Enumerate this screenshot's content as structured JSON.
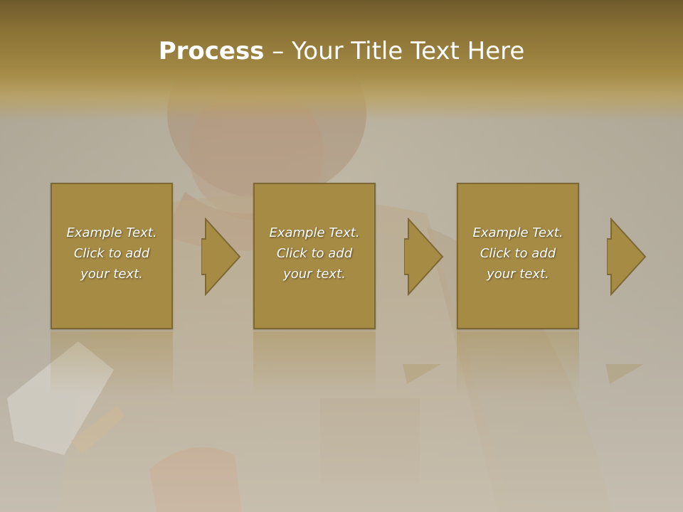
{
  "slide": {
    "title_bold": "Process",
    "title_rest": " – Your Title Text Here",
    "steps": [
      {
        "line1": "Example Text.",
        "line2": "Click  to add",
        "line3": "your text."
      },
      {
        "line1": "Example Text.",
        "line2": "Click  to add",
        "line3": "your text."
      },
      {
        "line1": "Example Text.",
        "line2": "Click  to add",
        "line3": "your text."
      }
    ]
  },
  "colors": {
    "title_band": "#8a7236",
    "box_fill": "#a68b45",
    "box_border": "#7c6834",
    "background": "#c9c3b8"
  },
  "icons": [
    "right-arrow-icon"
  ]
}
